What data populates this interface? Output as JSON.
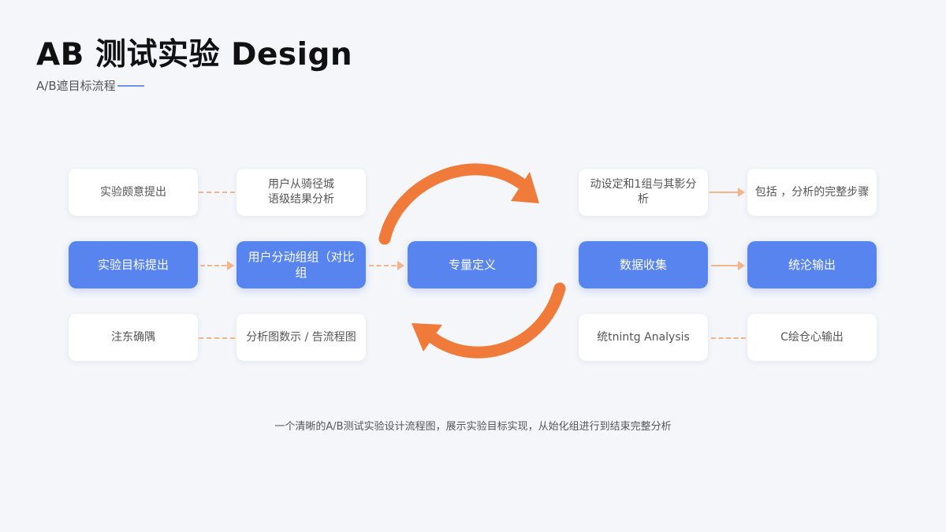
{
  "header": {
    "title": "AB 测试实验 Design",
    "subtitle": "A/B遮目标流程"
  },
  "colors": {
    "primary_blue": "#5784ee",
    "accent_orange": "#f07a3a",
    "connector_orange": "#f3b489",
    "background": "#f4f6fa"
  },
  "flow": {
    "top_row": [
      "实验颇意提出",
      "用户从骑径城\n语级结果分析",
      "动设定和1组与其影分析",
      "包括 ，分析的完整步骤"
    ],
    "main_row": [
      "实验目标提出",
      "用户分动组组（对比组",
      "专量定义",
      "数据收集",
      "统沦输出"
    ],
    "bottom_row": [
      "注东确隅",
      "分析图数示 / 告流程图",
      "统tnintg Analysis",
      "C绘仓心输出"
    ]
  },
  "caption": "一个清晰的A/B测试实验设计流程图，展示实验目标实现，从始化组进行到结束完整分析"
}
